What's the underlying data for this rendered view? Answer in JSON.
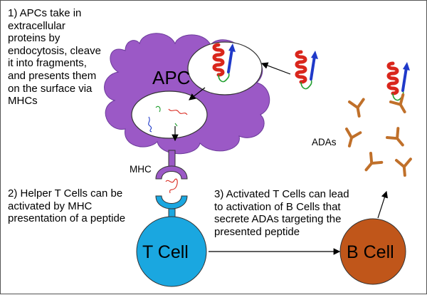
{
  "captions": {
    "step1": "1) APCs take in\nextracellular\nproteins by\nendocytosis, cleave\nit into fragments,\nand presents them\non the surface via\nMHCs",
    "step2": "2) Helper T Cells can be\nactivated by MHC\npresentation of a peptide",
    "step3": "3) Activated T Cells can lead\nto activation of B Cells that\nsecrete ADAs targeting the\npresented peptide"
  },
  "labels": {
    "apc": "APC",
    "mhc": "MHC",
    "t_cell": "T Cell",
    "b_cell": "B Cell",
    "adas": "ADAs"
  },
  "colors": {
    "apc_fill": "#9b59c6",
    "t_cell_fill": "#1aa7e0",
    "b_cell_fill": "#c0561a",
    "antibody": "#c0702a",
    "helix_red": "#d9261c",
    "helix_blue": "#1f39c9",
    "linker_green": "#22a030",
    "outline": "#222222"
  }
}
